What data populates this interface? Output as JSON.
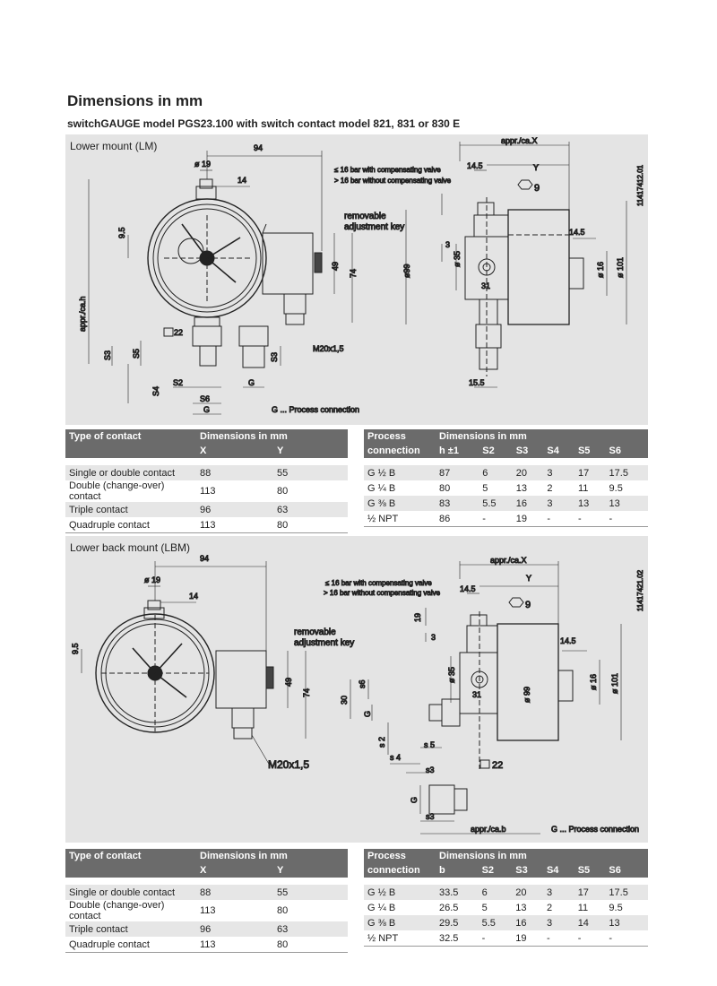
{
  "page": {
    "title": "Dimensions in mm",
    "subtitle": "switchGAUGE model PGS23.100 with switch contact model 821, 831 or 830 E"
  },
  "section1": {
    "label": "Lower mount (LM)",
    "drawing_no": "11417412.01",
    "process_note": "G ... Process connection",
    "dims": {
      "d94": "94",
      "d19": "ø 19",
      "d14": "14",
      "d95": "9.5",
      "d49": "49",
      "d74": "74",
      "apprh": "appr./ca.h",
      "sq22": "22",
      "s3": "S3",
      "s5": "S5",
      "s4": "S4",
      "s2": "S2",
      "s6": "S6",
      "g": "G",
      "m20": "M20x1,5",
      "removable": "removable",
      "adjkey": "adjustment key",
      "apprx": "appr./ca.X",
      "d145": "14.5",
      "y": "Y",
      "comp1": "≤ 16 bar with compensating valve",
      "comp2": "> 16 bar without compensating valve",
      "hex9": "9",
      "d3": "3",
      "d35": "ø 35",
      "d99": "ø99",
      "d31": "31",
      "d145b": "14.5",
      "d16": "ø 16",
      "d101": "ø 101",
      "d155": "15.5"
    },
    "table_contact": {
      "header_left": "Type of contact",
      "header_right": "Dimensions in mm",
      "col_x": "X",
      "col_y": "Y",
      "rows": [
        [
          "Single or double contact",
          "88",
          "55"
        ],
        [
          "Double (change-over) contact",
          "113",
          "80"
        ],
        [
          "Triple contact",
          "96",
          "63"
        ],
        [
          "Quadruple contact",
          "113",
          "80"
        ]
      ]
    },
    "table_process": {
      "header_left_1": "Process",
      "header_left_2": "connection",
      "header_right": "Dimensions in mm",
      "cols": [
        "h ±1",
        "S2",
        "S3",
        "S4",
        "S5",
        "S6"
      ],
      "rows": [
        [
          "G ½ B",
          "87",
          "6",
          "20",
          "3",
          "17",
          "17.5"
        ],
        [
          "G ¼ B",
          "80",
          "5",
          "13",
          "2",
          "11",
          "9.5"
        ],
        [
          "G ⅜ B",
          "83",
          "5.5",
          "16",
          "3",
          "13",
          "13"
        ],
        [
          "½ NPT",
          "86",
          "-",
          "19",
          "-",
          "-",
          "-"
        ]
      ]
    }
  },
  "section2": {
    "label": "Lower back mount (LBM)",
    "drawing_no": "11417421.02",
    "process_note": "G ... Process connection",
    "dims": {
      "d94": "94",
      "d19": "ø 19",
      "d14": "14",
      "d95": "9.5",
      "d49": "49",
      "d74": "74",
      "m20": "M20x1,5",
      "removable": "removable",
      "adjkey": "adjustment key",
      "apprx": "appr./ca.X",
      "d145": "14.5",
      "y": "Y",
      "comp1": "≤ 16 bar with compensating valve",
      "comp2": "> 16 bar without compensating valve",
      "hex9": "9",
      "d19b": "19",
      "d3": "3",
      "d35": "ø 35",
      "d145b": "14.5",
      "d16": "ø 16",
      "d101": "ø 101",
      "d30": "30",
      "s6": "s6",
      "g": "G",
      "s2": "s 2",
      "s5": "s 5",
      "s4": "s 4",
      "s3": "s3",
      "d31": "31",
      "d99": "ø 99",
      "sq22": "22",
      "g2": "G",
      "s3b": "s3",
      "apprb": "appr./ca.b"
    },
    "table_contact": {
      "header_left": "Type of contact",
      "header_right": "Dimensions in mm",
      "col_x": "X",
      "col_y": "Y",
      "rows": [
        [
          "Single or double contact",
          "88",
          "55"
        ],
        [
          "Double (change-over) contact",
          "113",
          "80"
        ],
        [
          "Triple contact",
          "96",
          "63"
        ],
        [
          "Quadruple contact",
          "113",
          "80"
        ]
      ]
    },
    "table_process": {
      "header_left_1": "Process",
      "header_left_2": "connection",
      "header_right": "Dimensions in mm",
      "cols": [
        "b",
        "S2",
        "S3",
        "S4",
        "S5",
        "S6"
      ],
      "rows": [
        [
          "G ½ B",
          "33.5",
          "6",
          "20",
          "3",
          "17",
          "17.5"
        ],
        [
          "G ¼ B",
          "26.5",
          "5",
          "13",
          "2",
          "11",
          "9.5"
        ],
        [
          "G ⅜ B",
          "29.5",
          "5.5",
          "16",
          "3",
          "14",
          "13"
        ],
        [
          "½ NPT",
          "32.5",
          "-",
          "19",
          "-",
          "-",
          "-"
        ]
      ]
    }
  }
}
